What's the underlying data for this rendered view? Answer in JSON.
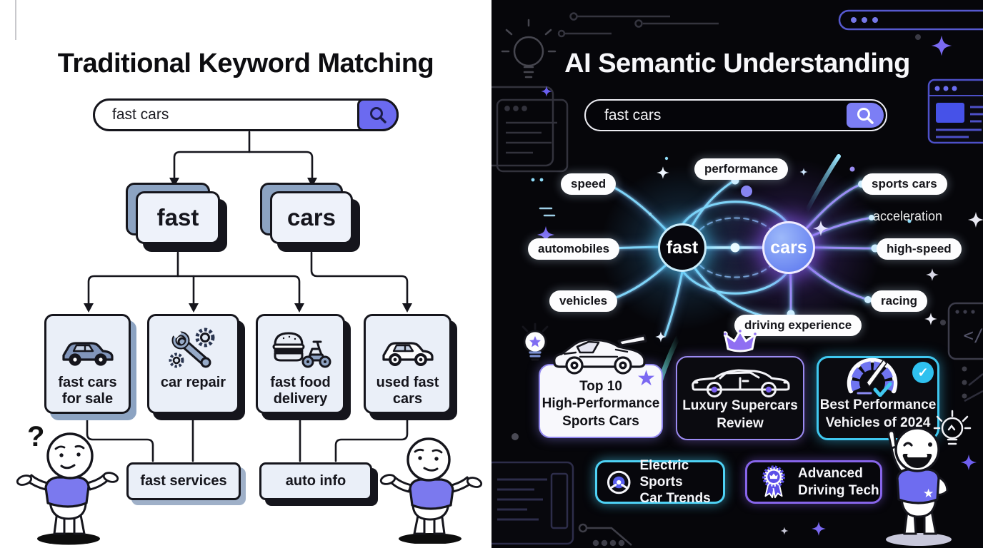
{
  "left": {
    "title": "Traditional Keyword Matching",
    "search": {
      "query": "fast cars"
    },
    "tokens": [
      "fast",
      "cars"
    ],
    "results": [
      {
        "line1": "fast cars",
        "line2": "for sale"
      },
      {
        "line1": "car repair",
        "line2": ""
      },
      {
        "line1": "fast food",
        "line2": "delivery"
      },
      {
        "line1": "used fast",
        "line2": "cars"
      }
    ],
    "sub_results": [
      "fast services",
      "auto info"
    ],
    "question_mark": "?"
  },
  "right": {
    "title": "AI Semantic Understanding",
    "search": {
      "query": "fast cars"
    },
    "nodes": [
      "fast",
      "cars"
    ],
    "concepts": [
      "speed",
      "performance",
      "sports cars",
      "automobiles",
      "acceleration",
      "high-speed",
      "vehicles",
      "racing",
      "driving experience"
    ],
    "result_cards": [
      {
        "lines": [
          "Top 10",
          "High-Performance",
          "Sports Cars"
        ]
      },
      {
        "lines": [
          "Luxury Supercars",
          "Review"
        ]
      },
      {
        "lines": [
          "Best Performance",
          "Vehicles of 2024"
        ]
      }
    ],
    "topic_cards": [
      {
        "lines": [
          "Electric Sports",
          "Car Trends"
        ]
      },
      {
        "lines": [
          "Advanced",
          "Driving Tech"
        ]
      }
    ],
    "decor": {
      "code_glyph": "</>"
    }
  },
  "icons": {
    "star": "★",
    "check": "✓"
  },
  "colors": {
    "left_accent": "#6b6af0",
    "right_accent": "#7c7ef5",
    "cyan": "#45c8f0",
    "purple": "#8b7ff0",
    "shadow_blue": "#8ca3c2"
  }
}
